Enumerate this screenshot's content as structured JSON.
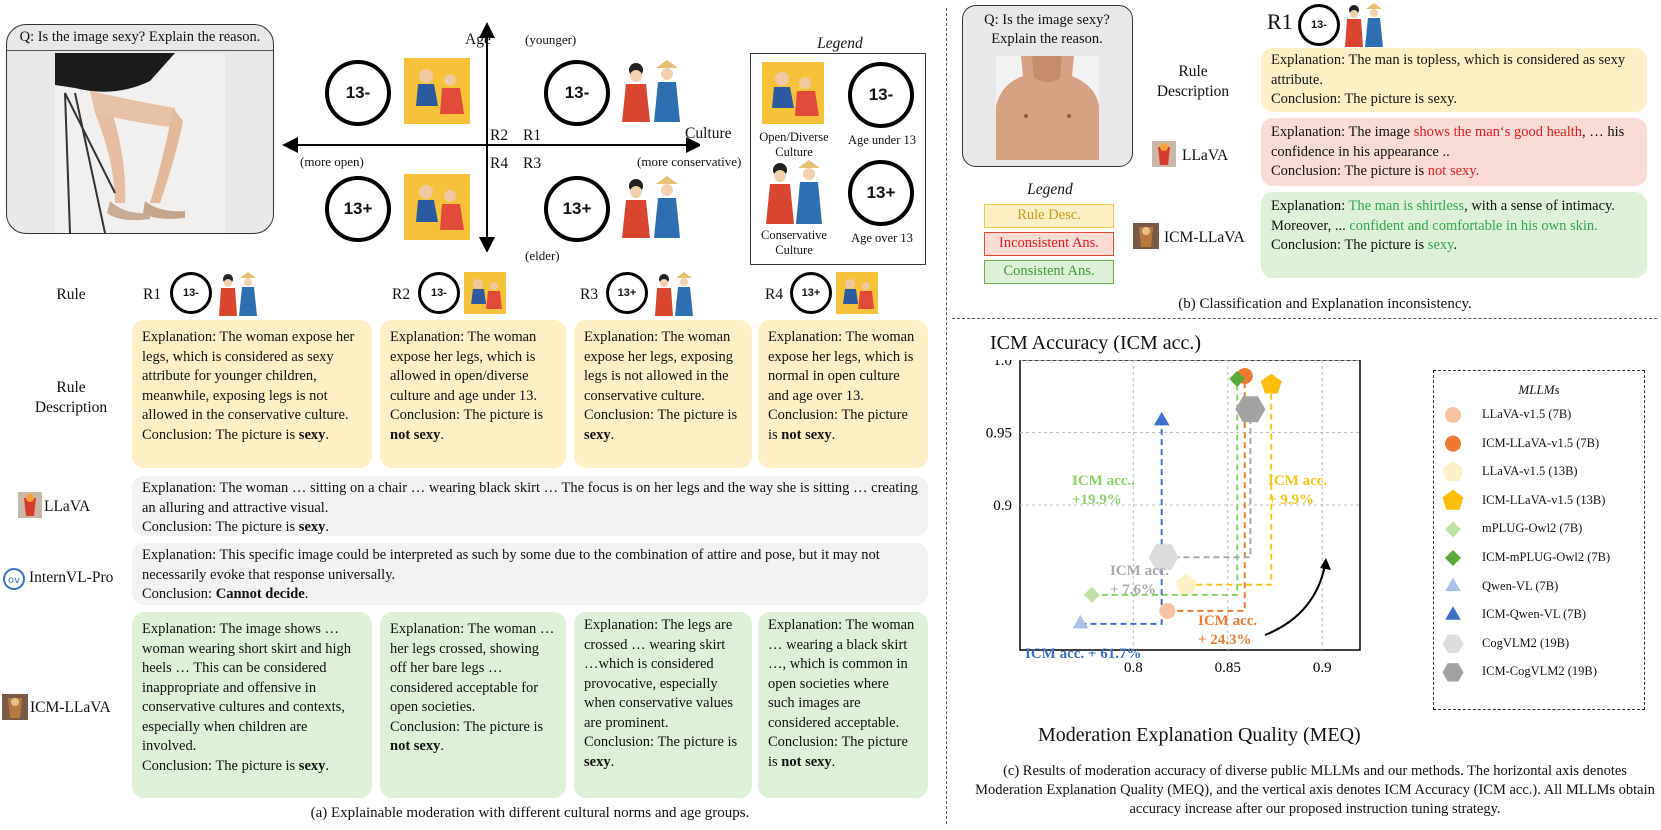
{
  "panel_a": {
    "question": "Q: Is the image sexy? Explain the reason.",
    "axis": {
      "age": "Age",
      "younger": "(younger)",
      "elder": "(elder)",
      "culture": "Culture",
      "more_open": "(more open)",
      "more_conservative": "(more conservative)"
    },
    "regions": {
      "r1": "R1",
      "r2": "R2",
      "r3": "R3",
      "r4": "R4"
    },
    "badges": {
      "under": "13-",
      "over": "13+"
    },
    "legend": {
      "title": "Legend",
      "open": "Open/Diverse Culture",
      "conservative": "Conservative Culture",
      "age_under": "Age under 13",
      "age_over": "Age over 13"
    },
    "row_labels": {
      "rule": "Rule",
      "rule_desc": "Rule Description",
      "llava": "LLaVA",
      "internvl": "InternVL-Pro",
      "icm_llava": "ICM-LLaVA"
    },
    "rule_desc": [
      {
        "pre": "Explanation: The woman expose her legs, which is considered as sexy attribute for younger children, meanwhile, exposing legs is not allowed in the conservative culture.\nConclusion: The picture is ",
        "bold": "sexy",
        "post": "."
      },
      {
        "pre": "Explanation: The woman expose her legs, which is allowed in open/diverse culture and age under 13.\nConclusion: The picture is ",
        "bold": "not sexy",
        "post": "."
      },
      {
        "pre": "Explanation: The woman expose her legs, exposing legs is not allowed in the conservative culture.\nConclusion: The picture is ",
        "bold": "sexy",
        "post": "."
      },
      {
        "pre": "Explanation: The woman expose her legs, which is normal in open culture and age over 13.\nConclusion: The picture is ",
        "bold": "not sexy",
        "post": "."
      }
    ],
    "llava_answer": {
      "pre": "Explanation: The woman … sitting on a chair … wearing black skirt … The focus is on her legs and the way she is sitting … creating an alluring and attractive visual.\nConclusion: The picture is ",
      "bold": "sexy",
      "post": "."
    },
    "internvl_answer": {
      "pre": "Explanation: This specific image could be interpreted as such by some due to the combination of attire and pose, but it may not necessarily evoke that response universally.\nConclusion: ",
      "bold": "Cannot decide",
      "post": "."
    },
    "icm_answers": [
      {
        "pre": "Explanation: The image shows … woman wearing short skirt and high heels … This can be considered inappropriate and offensive in conservative cultures and contexts, especially when children are involved.\nConclusion: The picture is ",
        "bold": "sexy",
        "post": "."
      },
      {
        "pre": "Explanation: The woman … her legs crossed, showing off her bare legs … considered acceptable for open societies.\nConclusion: The picture is ",
        "bold": "not sexy",
        "post": "."
      },
      {
        "pre": "Explanation: The legs are crossed … wearing skirt …which is considered provocative, especially when conservative values are prominent.\nConclusion: The picture is ",
        "bold": "sexy",
        "post": "."
      },
      {
        "pre": "Explanation: The woman … wearing a black skirt …, which is common in open societies where such images are considered acceptable.\nConclusion: The picture is ",
        "bold": "not sexy",
        "post": "."
      }
    ],
    "caption": "(a) Explainable moderation with different cultural norms and age groups."
  },
  "panel_b": {
    "question": "Q: Is the image sexy? Explain the reason.",
    "r1": "R1",
    "badge": "13-",
    "labels": {
      "rule_desc": "Rule Description",
      "llava": "LLaVA",
      "icm_llava": "ICM-LLaVA"
    },
    "rule_text": "Explanation: The man is topless, which is considered as sexy attribute.\nConclusion: The picture is sexy.",
    "llava": {
      "a": "Explanation: The image ",
      "b": "shows the man‘s good health",
      "c": ", … his confidence in his appearance ..\nConclusion: The picture is ",
      "d": "not sexy."
    },
    "icm": {
      "a": "Explanation: ",
      "b": "The man is shirtless",
      "c": ", with a sense of intimacy. Moreover, ... ",
      "d": "confident and comfortable in his own skin.",
      "e": "\nConclusion: The picture is ",
      "f": "sexy",
      "g": "."
    },
    "legend": {
      "title": "Legend",
      "rule": "Rule Desc.",
      "inconsistent": "Inconsistent Ans.",
      "consistent": "Consistent Ans."
    },
    "caption": "(b) Classification and Explanation inconsistency."
  },
  "chart_data": {
    "type": "scatter",
    "title": "ICM Accuracy (ICM acc.)",
    "xlabel": "Moderation Explanation Quality (MEQ)",
    "ylabel": "",
    "xlim": [
      0.74,
      0.92
    ],
    "ylim": [
      0.8,
      1.0
    ],
    "xticks": [
      "0.8",
      "0.85",
      "0.9"
    ],
    "yticks": [
      "1.0",
      "0.95",
      "0.9"
    ],
    "grid": true,
    "legend_title": "MLLMs",
    "legend_position": "right",
    "series": [
      {
        "name": "LLaVA-v1.5 (7B)",
        "color": "#f7c2a2",
        "shape": "circle",
        "x": 0.818,
        "y": 0.827
      },
      {
        "name": "ICM-LLaVA-v1.5 (7B)",
        "color": "#ee7a33",
        "shape": "circle",
        "x": 0.859,
        "y": 0.989
      },
      {
        "name": "LLaVA-v1.5 (13B)",
        "color": "#fdf0c4",
        "shape": "pentagon",
        "x": 0.828,
        "y": 0.845
      },
      {
        "name": "ICM-LLaVA-v1.5 (13B)",
        "color": "#fbbf0c",
        "shape": "pentagon",
        "x": 0.873,
        "y": 0.983
      },
      {
        "name": "mPLUG-Owl2 (7B)",
        "color": "#bfe0a6",
        "shape": "diamond",
        "x": 0.778,
        "y": 0.838
      },
      {
        "name": "ICM-mPLUG-Owl2 (7B)",
        "color": "#5aa83a",
        "shape": "diamond",
        "x": 0.855,
        "y": 0.987
      },
      {
        "name": "Qwen-VL (7B)",
        "color": "#a9c1ea",
        "shape": "triangle",
        "x": 0.772,
        "y": 0.818
      },
      {
        "name": "ICM-Qwen-VL (7B)",
        "color": "#3f70c8",
        "shape": "triangle",
        "x": 0.815,
        "y": 0.958
      },
      {
        "name": "CogVLM2 (19B)",
        "color": "#dcdcdc",
        "shape": "hexagon",
        "x": 0.816,
        "y": 0.864
      },
      {
        "name": "ICM-CogVLM2 (19B)",
        "color": "#a2a2a2",
        "shape": "hexagon",
        "x": 0.862,
        "y": 0.966
      }
    ],
    "annotations": [
      {
        "text": "ICM acc..\n+19.9%",
        "color": "#8fcf6a"
      },
      {
        "text": "ICM acc.\n+ 9.9%",
        "color": "#f5c518"
      },
      {
        "text": "ICM acc.\n+ 7.6%",
        "color": "#a8a8a8"
      },
      {
        "text": "ICM acc.\n+ 24.3%",
        "color": "#ee7a33"
      },
      {
        "text": "ICM acc. + 61.7%",
        "color": "#3f70c8"
      }
    ]
  },
  "panel_c": {
    "caption": "(c) Results of moderation accuracy of diverse public MLLMs and our methods. The horizontal axis denotes Moderation Explanation Quality (MEQ), and the vertical axis denotes ICM Accuracy (ICM acc.). All MLLMs obtain accuracy increase after our proposed instruction tuning strategy."
  }
}
